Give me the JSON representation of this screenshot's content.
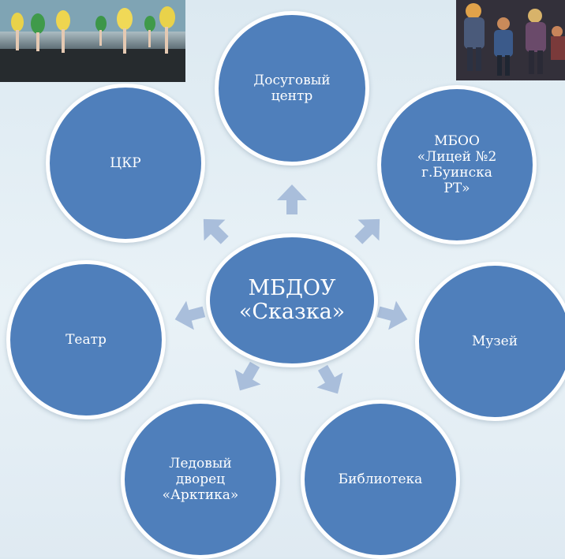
{
  "center": "МБДОУ\n«Сказка»",
  "nodes": {
    "leisure": "Досуговый\nцентр",
    "lyceum": "МБОО\n«Лицей №2\nг.Буинска\nРТ»",
    "museum": "Музей",
    "library": "Библиотека",
    "ice": "Ледовый\nдворец\n«Арктика»",
    "theater": "Театр",
    "ckr": "ЦКР"
  },
  "colors": {
    "node_fill": "#4f7fbb",
    "node_border": "#ffffff",
    "arrow": "#a9bedb",
    "background": "#e3eef5"
  }
}
